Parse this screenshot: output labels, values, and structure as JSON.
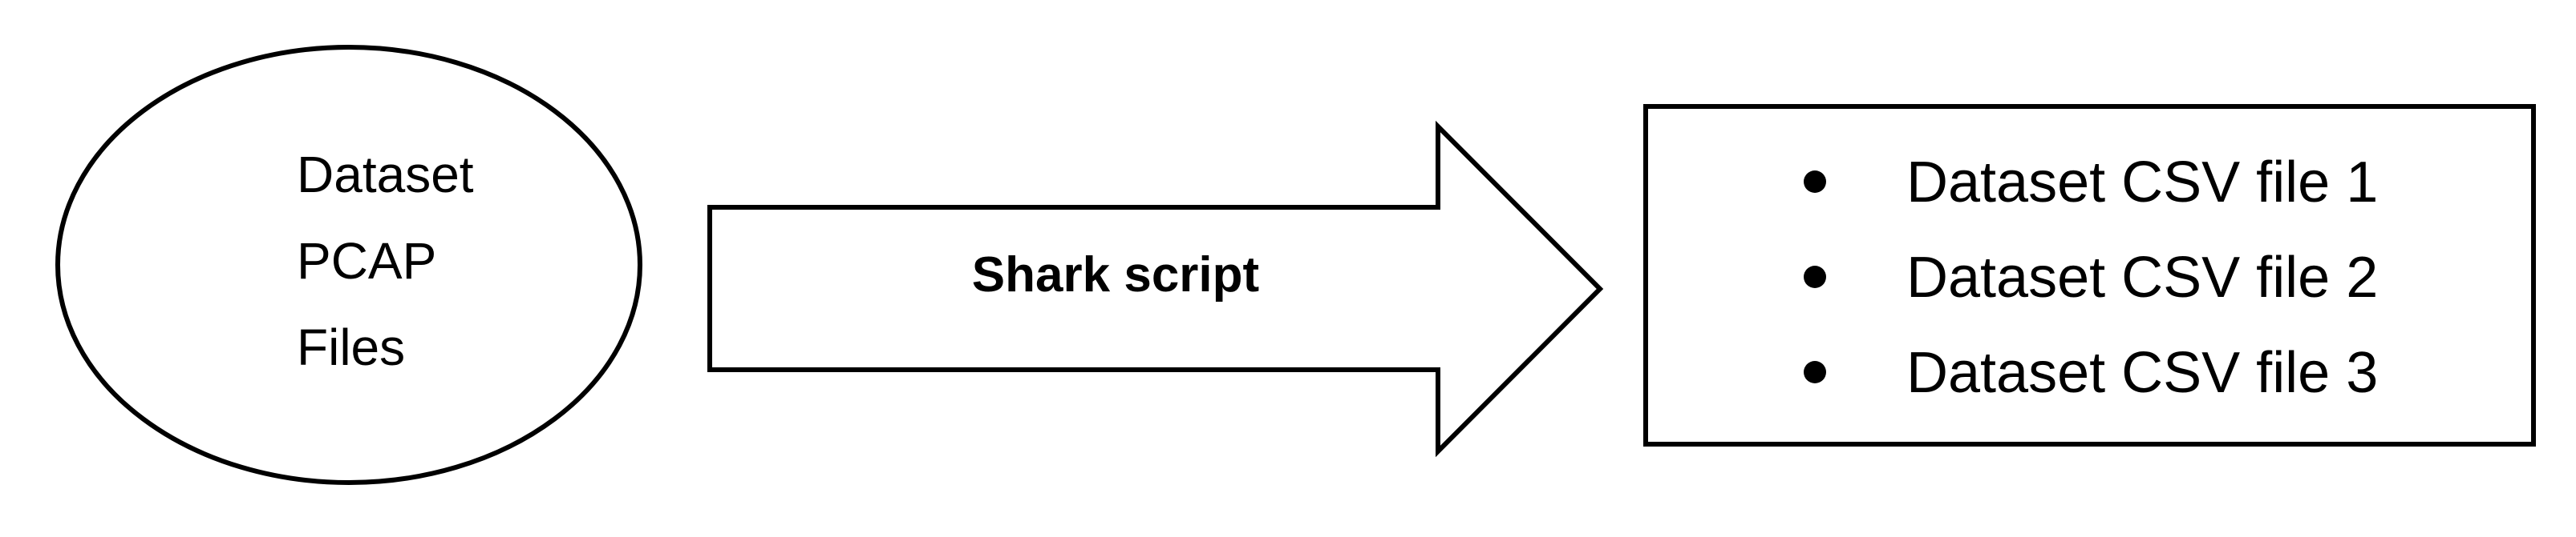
{
  "ellipse": {
    "lines": [
      "Dataset",
      "PCAP",
      "Files"
    ]
  },
  "arrow": {
    "label": "Shark script"
  },
  "output_box": {
    "items": [
      "Dataset CSV file 1",
      "Dataset CSV file 2",
      "Dataset CSV file 3"
    ]
  },
  "colors": {
    "stroke": "#000000",
    "fill": "#ffffff",
    "text": "#000000"
  }
}
